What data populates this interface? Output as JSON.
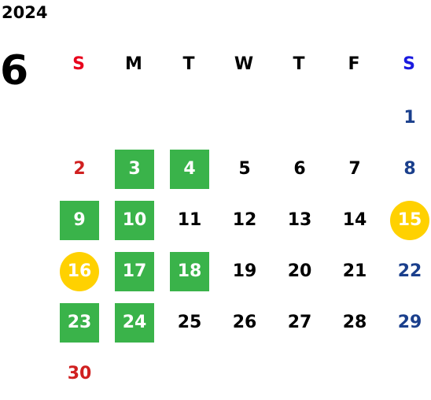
{
  "year": "2024",
  "month": "6",
  "weekdays": [
    {
      "label": "S",
      "color": "#e8001c"
    },
    {
      "label": "M",
      "color": "#000000"
    },
    {
      "label": "T",
      "color": "#000000"
    },
    {
      "label": "W",
      "color": "#000000"
    },
    {
      "label": "T",
      "color": "#000000"
    },
    {
      "label": "F",
      "color": "#000000"
    },
    {
      "label": "S",
      "color": "#1a1adf"
    }
  ],
  "colors": {
    "holiday_green": "#3ab34a",
    "special_yellow": "#ffd100",
    "sunday_red": "#d02020",
    "saturday_blue": "#1a3f8c"
  },
  "days": [
    {
      "day": "1",
      "weekday": 6,
      "week": 0,
      "highlight": ""
    },
    {
      "day": "2",
      "weekday": 0,
      "week": 1,
      "highlight": ""
    },
    {
      "day": "3",
      "weekday": 1,
      "week": 1,
      "highlight": "green"
    },
    {
      "day": "4",
      "weekday": 2,
      "week": 1,
      "highlight": "green"
    },
    {
      "day": "5",
      "weekday": 3,
      "week": 1,
      "highlight": ""
    },
    {
      "day": "6",
      "weekday": 4,
      "week": 1,
      "highlight": ""
    },
    {
      "day": "7",
      "weekday": 5,
      "week": 1,
      "highlight": ""
    },
    {
      "day": "8",
      "weekday": 6,
      "week": 1,
      "highlight": ""
    },
    {
      "day": "9",
      "weekday": 0,
      "week": 2,
      "highlight": "green"
    },
    {
      "day": "10",
      "weekday": 1,
      "week": 2,
      "highlight": "green"
    },
    {
      "day": "11",
      "weekday": 2,
      "week": 2,
      "highlight": ""
    },
    {
      "day": "12",
      "weekday": 3,
      "week": 2,
      "highlight": ""
    },
    {
      "day": "13",
      "weekday": 4,
      "week": 2,
      "highlight": ""
    },
    {
      "day": "14",
      "weekday": 5,
      "week": 2,
      "highlight": ""
    },
    {
      "day": "15",
      "weekday": 6,
      "week": 2,
      "highlight": "yellow"
    },
    {
      "day": "16",
      "weekday": 0,
      "week": 3,
      "highlight": "yellow"
    },
    {
      "day": "17",
      "weekday": 1,
      "week": 3,
      "highlight": "green"
    },
    {
      "day": "18",
      "weekday": 2,
      "week": 3,
      "highlight": "green"
    },
    {
      "day": "19",
      "weekday": 3,
      "week": 3,
      "highlight": ""
    },
    {
      "day": "20",
      "weekday": 4,
      "week": 3,
      "highlight": ""
    },
    {
      "day": "21",
      "weekday": 5,
      "week": 3,
      "highlight": ""
    },
    {
      "day": "22",
      "weekday": 6,
      "week": 3,
      "highlight": ""
    },
    {
      "day": "23",
      "weekday": 0,
      "week": 4,
      "highlight": "green"
    },
    {
      "day": "24",
      "weekday": 1,
      "week": 4,
      "highlight": "green"
    },
    {
      "day": "25",
      "weekday": 2,
      "week": 4,
      "highlight": ""
    },
    {
      "day": "26",
      "weekday": 3,
      "week": 4,
      "highlight": ""
    },
    {
      "day": "27",
      "weekday": 4,
      "week": 4,
      "highlight": ""
    },
    {
      "day": "28",
      "weekday": 5,
      "week": 4,
      "highlight": ""
    },
    {
      "day": "29",
      "weekday": 6,
      "week": 4,
      "highlight": ""
    },
    {
      "day": "30",
      "weekday": 0,
      "week": 5,
      "highlight": ""
    }
  ]
}
